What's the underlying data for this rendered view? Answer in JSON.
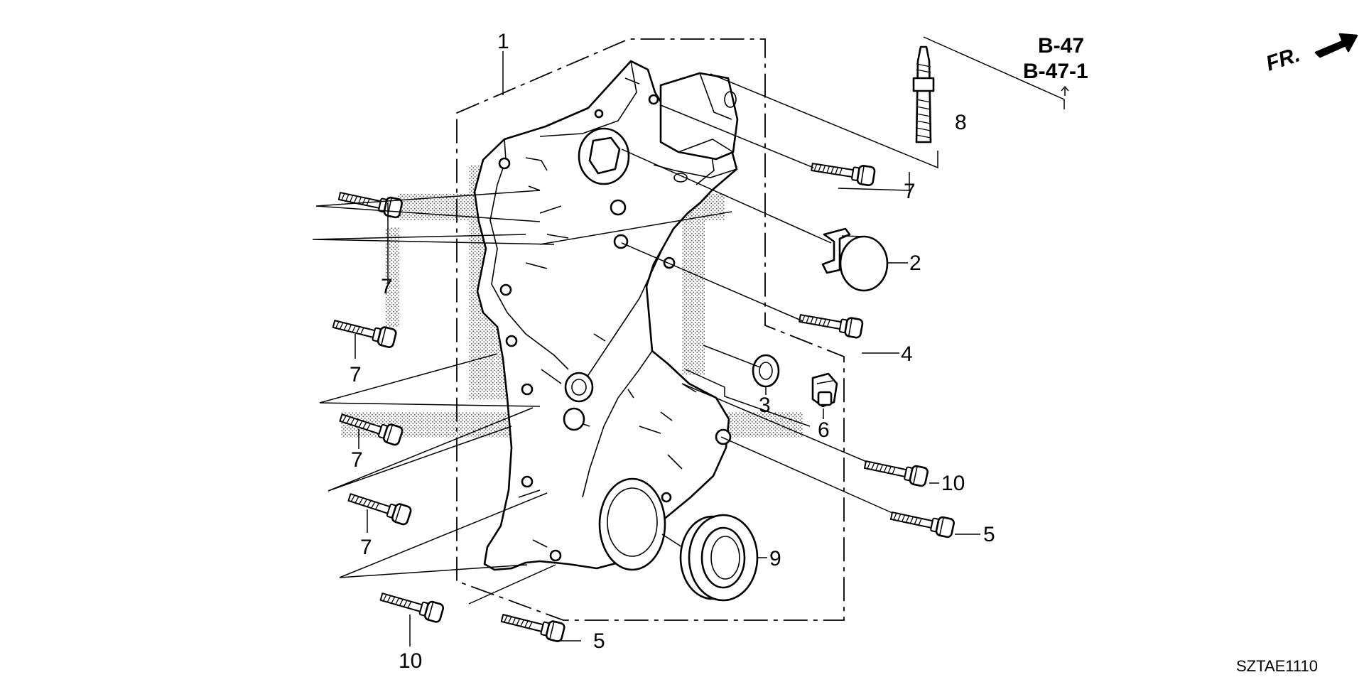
{
  "refs": {
    "line1": "B-47",
    "line2": "B-47-1"
  },
  "front_indicator": "FR.",
  "diagram_code": "SZTAE1110",
  "callouts": [
    {
      "id": "c1",
      "text": "1"
    },
    {
      "id": "c2",
      "text": "2"
    },
    {
      "id": "c3",
      "text": "3"
    },
    {
      "id": "c4",
      "text": "4"
    },
    {
      "id": "c5a",
      "text": "5"
    },
    {
      "id": "c5b",
      "text": "5"
    },
    {
      "id": "c6",
      "text": "6"
    },
    {
      "id": "c7a",
      "text": "7"
    },
    {
      "id": "c7b",
      "text": "7"
    },
    {
      "id": "c7c",
      "text": "7"
    },
    {
      "id": "c7d",
      "text": "7"
    },
    {
      "id": "c7e",
      "text": "7"
    },
    {
      "id": "c8",
      "text": "8"
    },
    {
      "id": "c9",
      "text": "9"
    },
    {
      "id": "c10a",
      "text": "10"
    },
    {
      "id": "c10b",
      "text": "10"
    }
  ]
}
